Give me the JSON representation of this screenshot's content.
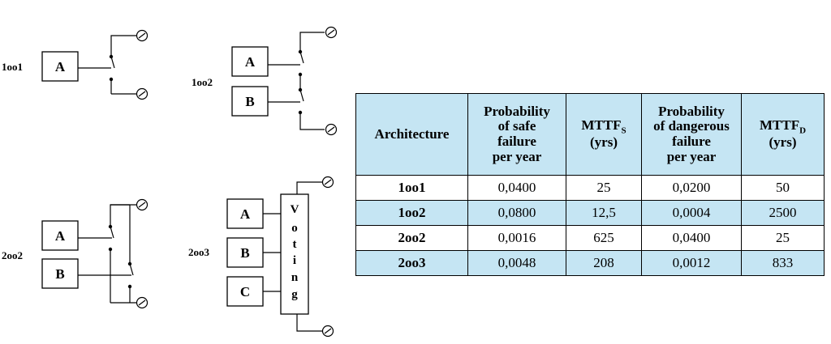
{
  "diagrams": {
    "d1oo1": {
      "label": "1oo1",
      "channels": [
        "A"
      ]
    },
    "d1oo2": {
      "label": "1oo2",
      "channels": [
        "A",
        "B"
      ]
    },
    "d2oo2": {
      "label": "2oo2",
      "channels": [
        "A",
        "B"
      ]
    },
    "d2oo3": {
      "label": "2oo3",
      "channels": [
        "A",
        "B",
        "C"
      ],
      "voting_letters": [
        "V",
        "o",
        "t",
        "i",
        "n",
        "g"
      ]
    }
  },
  "table": {
    "headers": {
      "architecture": "Architecture",
      "psafe": [
        "Probability",
        "of safe",
        "failure",
        "per year"
      ],
      "mttfs": {
        "main": "MTTF",
        "sub": "S",
        "unit": "(yrs)"
      },
      "pdang": [
        "Probability",
        "of dangerous",
        "failure",
        "per year"
      ],
      "mttfd": {
        "main": "MTTF",
        "sub": "D",
        "unit": "(yrs)"
      }
    },
    "rows": [
      {
        "arch": "1oo1",
        "psafe": "0,0400",
        "mttfs": "25",
        "pdang": "0,0200",
        "mttfd": "50"
      },
      {
        "arch": "1oo2",
        "psafe": "0,0800",
        "mttfs": "12,5",
        "pdang": "0,0004",
        "mttfd": "2500"
      },
      {
        "arch": "2oo2",
        "psafe": "0,0016",
        "mttfs": "625",
        "pdang": "0,0400",
        "mttfd": "25"
      },
      {
        "arch": "2oo3",
        "psafe": "0,0048",
        "mttfs": "208",
        "pdang": "0,0012",
        "mttfd": "833"
      }
    ],
    "colors": {
      "header_bg": "#c5e5f3",
      "shaded_row_bg": "#c5e5f3"
    }
  }
}
